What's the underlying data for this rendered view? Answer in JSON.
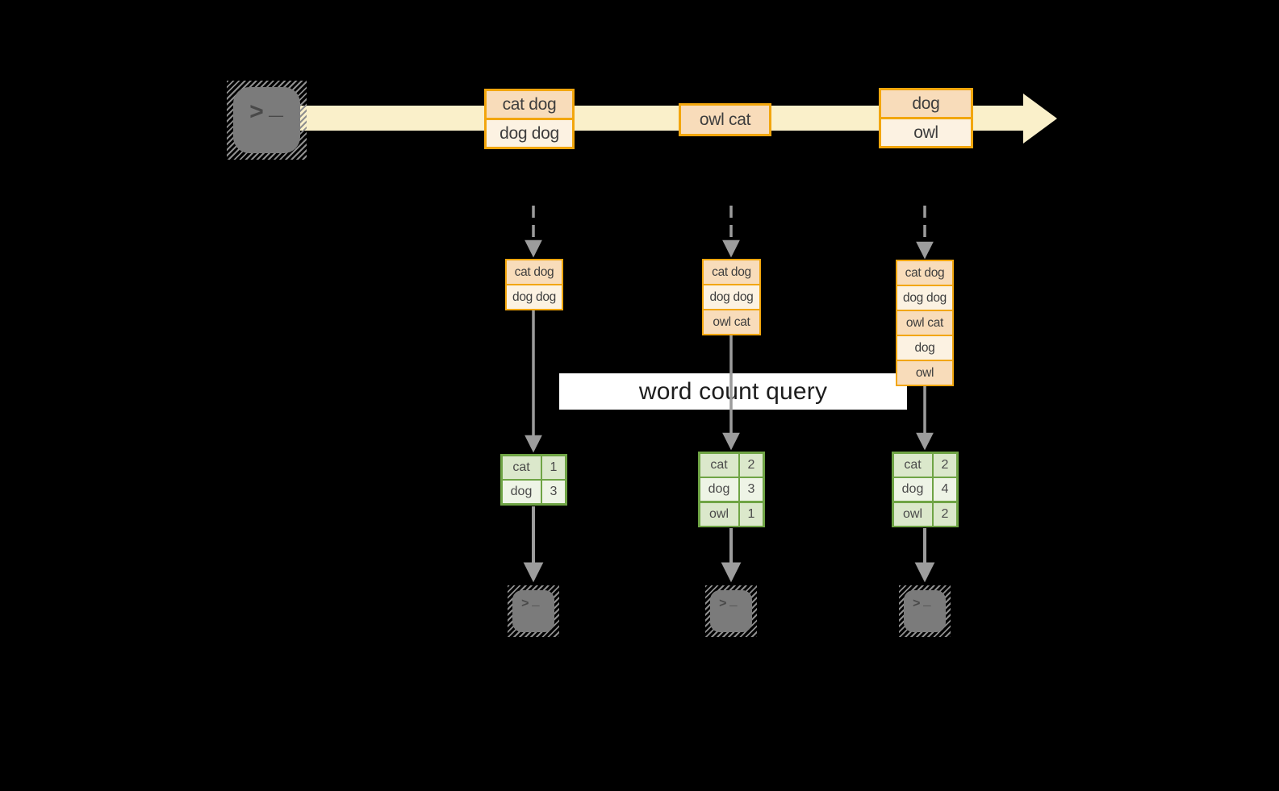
{
  "query_label": "word count query",
  "source_terminal": {
    "icon": "terminal-icon",
    "prompt": ">",
    "cursor": "_"
  },
  "stream": {
    "items": [
      {
        "lines": [
          "cat dog",
          "dog dog"
        ]
      },
      {
        "lines": [
          "owl cat"
        ]
      },
      {
        "lines": [
          "dog",
          "owl"
        ]
      }
    ]
  },
  "columns": [
    {
      "state": [
        "cat dog",
        "dog dog"
      ],
      "counts": [
        {
          "word": "cat",
          "count": "1"
        },
        {
          "word": "dog",
          "count": "3"
        }
      ],
      "sink": {
        "icon": "terminal-icon",
        "prompt": ">",
        "cursor": "_"
      }
    },
    {
      "state": [
        "cat dog",
        "dog dog",
        "owl cat"
      ],
      "counts": [
        {
          "word": "cat",
          "count": "2"
        },
        {
          "word": "dog",
          "count": "3"
        },
        {
          "word": "owl",
          "count": "1"
        }
      ],
      "sink": {
        "icon": "terminal-icon",
        "prompt": ">",
        "cursor": "_"
      }
    },
    {
      "state": [
        "cat dog",
        "dog dog",
        "owl cat",
        "dog",
        "owl"
      ],
      "counts": [
        {
          "word": "cat",
          "count": "2"
        },
        {
          "word": "dog",
          "count": "4"
        },
        {
          "word": "owl",
          "count": "2"
        }
      ],
      "sink": {
        "icon": "terminal-icon",
        "prompt": ">",
        "cursor": "_"
      }
    }
  ],
  "colors": {
    "background": "#000000",
    "stream_band": "#faf0ca",
    "box_border": "#f2a60d",
    "box_fill_dark": "#f8dcba",
    "box_fill_light": "#fcf2e2",
    "table_border": "#6fa445",
    "table_fill_dark": "#dbe8cb",
    "table_fill_light": "#eef4e6",
    "arrow_gray": "#9c9c9c",
    "terminal_gray": "#7b7b7b",
    "banner_bg": "#ffffff"
  }
}
